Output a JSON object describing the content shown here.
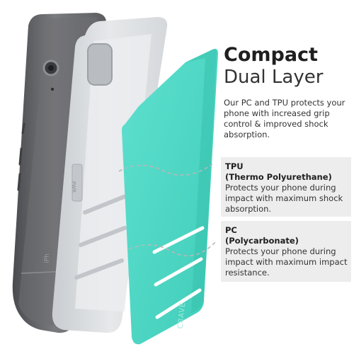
{
  "headline": {
    "strong": "Compact",
    "light": "Dual Layer"
  },
  "intro": "Our PC and TPU protects your phone with increased grip control & improved shock absorption.",
  "layers": [
    {
      "title": "TPU",
      "subtitle": "(Thermo Polyurethane)",
      "body": "Protects your phone during impact with maximum shock absorption."
    },
    {
      "title": "PC",
      "subtitle": "(Polycarbonate)",
      "body": "Protects your phone during impact with maximum impact resistance."
    }
  ],
  "product_marks": {
    "inner_case_button": "PWR",
    "outer_shell_brand": "CRAVE",
    "phone_partial": "iPh"
  },
  "colors": {
    "mint": "#4fd8c6",
    "tpu_gray": "#d8dbde",
    "phone_gray": "#6e6f72",
    "panel": "#ededed"
  }
}
